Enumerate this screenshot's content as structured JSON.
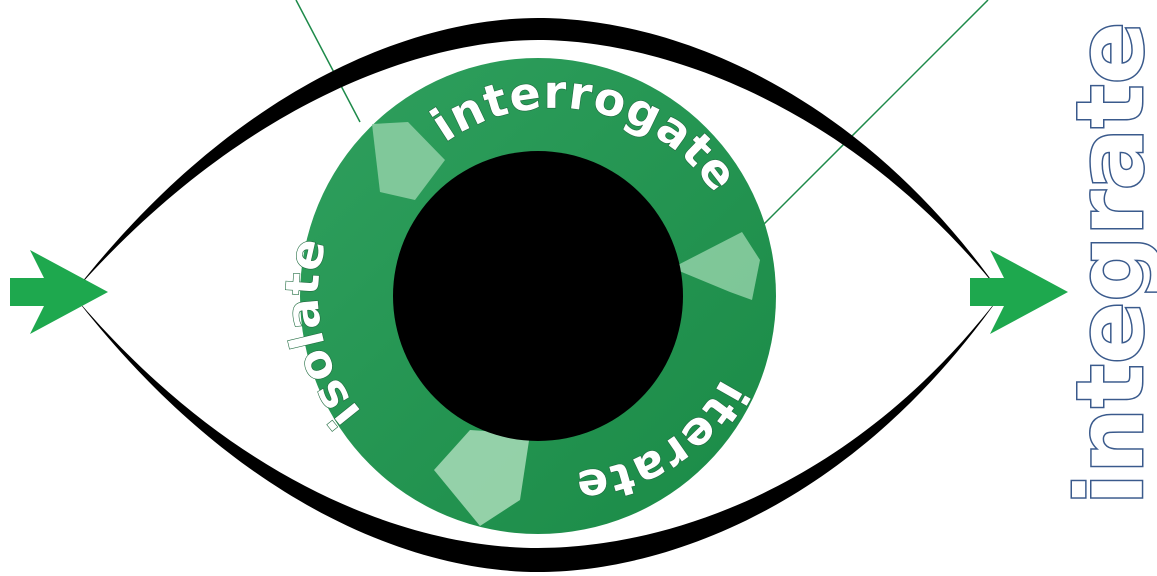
{
  "labels": {
    "top": "interrogate",
    "left": "isolate",
    "bottom": "iterate",
    "right": "integrate"
  },
  "colors": {
    "ring_dark": "#1e8a4a",
    "ring_light": "#4fb47a",
    "arrow": "#1ea84e",
    "eye_outline": "#000000",
    "pupil": "#000000",
    "leader_line": "#1e8a4a",
    "outline_text": "#3a5a8c"
  },
  "icons": [
    "input-arrow-icon",
    "output-arrow-icon"
  ]
}
